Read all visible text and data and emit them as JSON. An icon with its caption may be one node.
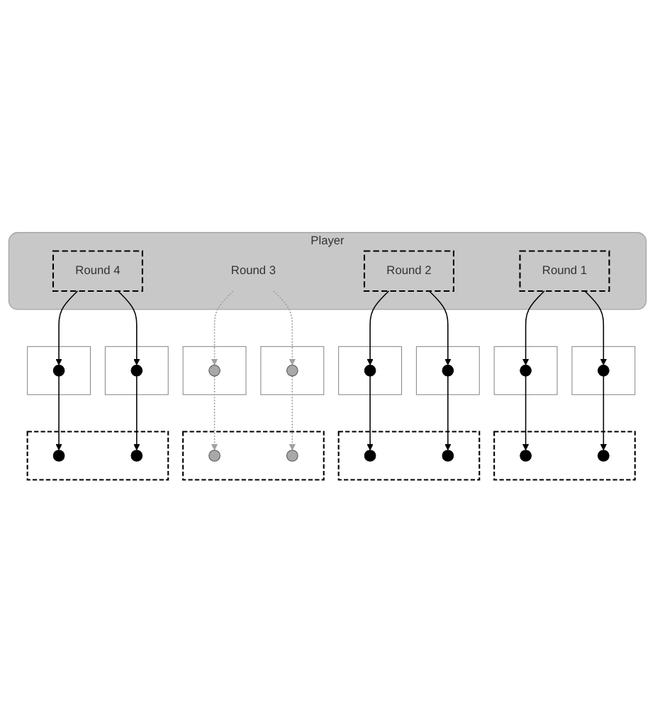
{
  "diagram": {
    "nodes": [
      {
        "text": [
          "Player"
        ]
      },
      {
        "text": [
          "Round 4"
        ],
        "in": 0
      },
      {
        "text": [
          "Round 3"
        ],
        "in": 0
      },
      {
        "text": [
          "Round 2"
        ],
        "in": 0
      },
      {
        "text": [
          "Round 1"
        ],
        "in": 0
      },
      {
        "text": [],
        "shape": "box"
      },
      {
        "text": [],
        "shape": "circle",
        "in": 5
      },
      {
        "text": [],
        "shape": "box"
      },
      {
        "text": [],
        "shape": "circle",
        "in": 7
      },
      {
        "text": [],
        "shape": "box"
      },
      {
        "text": [],
        "shape": "circle",
        "in": 9
      },
      {
        "text": [],
        "shape": "box"
      },
      {
        "text": [],
        "shape": "circle",
        "in": 11
      },
      {
        "text": [],
        "shape": "box"
      },
      {
        "text": [],
        "shape": "circle",
        "in": 13
      },
      {
        "text": [],
        "shape": "box"
      },
      {
        "text": [],
        "shape": "circle",
        "in": 15
      },
      {
        "text": [],
        "shape": "box"
      },
      {
        "text": [],
        "shape": "circle",
        "in": 17
      },
      {
        "text": [],
        "shape": "box"
      },
      {
        "text": [],
        "shape": "circle",
        "in": 19
      },
      {
        "text": [],
        "shape": "box"
      },
      {
        "text": [],
        "shape": "circle",
        "in": 21
      },
      {
        "text": [],
        "shape": "circle",
        "in": 21
      },
      {
        "text": [],
        "shape": "box"
      },
      {
        "text": [],
        "shape": "circle",
        "in": 24
      },
      {
        "text": [],
        "shape": "circle",
        "in": 24
      },
      {
        "text": [],
        "shape": "box"
      },
      {
        "text": [],
        "shape": "circle",
        "in": 27
      },
      {
        "text": [],
        "shape": "circle",
        "in": 27
      },
      {
        "text": [],
        "shape": "box"
      },
      {
        "text": [],
        "shape": "circle",
        "in": 30
      },
      {
        "text": [],
        "shape": "circle",
        "in": 30
      }
    ],
    "edges": [
      {
        "from": 1,
        "to": 6,
        "arrow": "to"
      },
      {
        "from": 1,
        "to": 20,
        "arrow": "to"
      },
      {
        "from": 2,
        "to": 8,
        "arrow": "to",
        "style": "dashed",
        "color": "#a0a0a0"
      },
      {
        "from": 2,
        "to": 18,
        "arrow": "to",
        "style": "dashed",
        "color": "#a0a0a0"
      },
      {
        "from": 3,
        "to": 10,
        "arrow": "to"
      },
      {
        "from": 3,
        "to": 16,
        "arrow": "to"
      },
      {
        "from": 4,
        "to": 12,
        "arrow": "to"
      },
      {
        "from": 4,
        "to": 14,
        "arrow": "to"
      },
      {
        "from": 12,
        "to": 22,
        "arrow": "to"
      },
      {
        "from": 14,
        "to": 23,
        "arrow": "to"
      },
      {
        "from": 10,
        "to": 25,
        "arrow": "to"
      },
      {
        "from": 16,
        "to": 26,
        "arrow": "to"
      },
      {
        "from": 8,
        "to": 28,
        "arrow": "to",
        "style": "dashed",
        "color": "#a0a0a0"
      },
      {
        "from": 18,
        "to": 29,
        "arrow": "to",
        "style": "dashed",
        "color": "#a0a0a0"
      },
      {
        "from": 6,
        "to": 31,
        "arrow": "to"
      },
      {
        "from": 20,
        "to": 32,
        "arrow": "to"
      }
    ]
  }
}
